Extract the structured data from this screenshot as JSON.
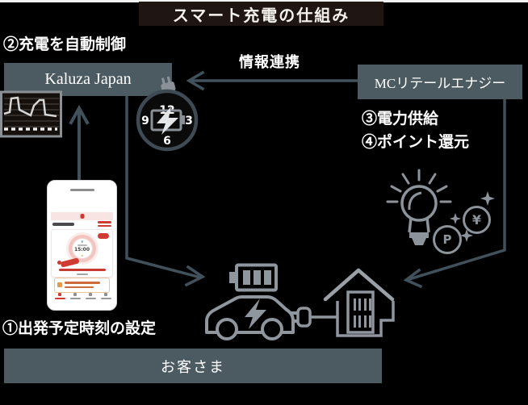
{
  "title": "スマート充電の仕組み",
  "steps": {
    "s1": "①出発予定時刻の設定",
    "s2": "②充電を自動制御",
    "s3": "③電力供給",
    "s4": "④ポイント還元"
  },
  "flow": {
    "info_link": "情報連携"
  },
  "entities": {
    "kaluza": "Kaluza Japan",
    "mc": "MCリテールエナジー",
    "customer": "お客さま"
  },
  "clock": {
    "n12": "12",
    "n3": "3",
    "n6": "6",
    "n9": "9"
  },
  "phone": {
    "departure_time": "15:00"
  },
  "coins": {
    "yen": "¥",
    "point": "P"
  },
  "colors": {
    "background": "#000000",
    "entity_box": "#4c5b62",
    "title_box": "#1f1512",
    "arrow": "#40515b",
    "icon_gray": "#90969d",
    "accent_red": "#cf3b31"
  }
}
